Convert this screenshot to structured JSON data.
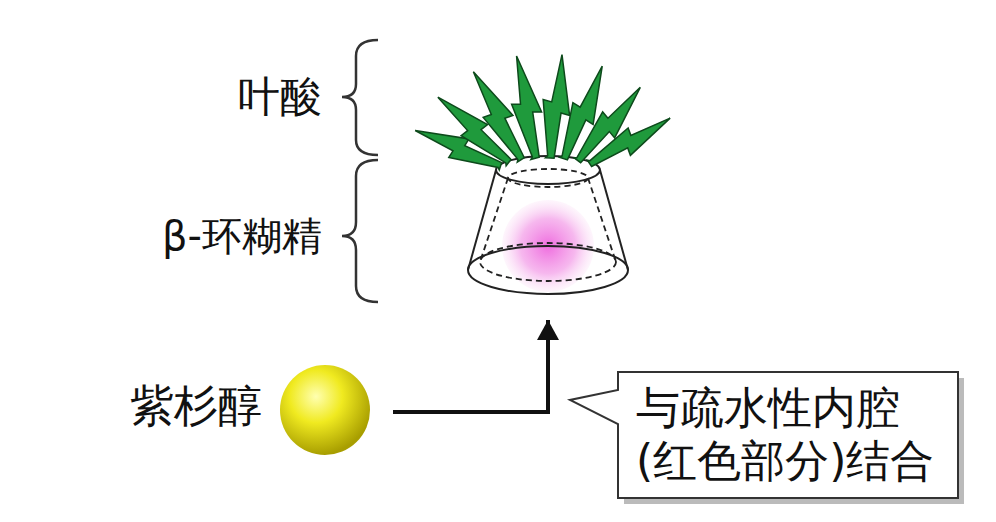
{
  "diagram": {
    "nodes": [
      {
        "text": [
          "紫杉醇"
        ]
      },
      {
        "text": [
          "β-环糊精"
        ]
      },
      {
        "text": [
          "与疏水性内腔 (红色部分)结合"
        ]
      }
    ],
    "edges": [
      {
        "from": 0,
        "to": 1,
        "arrow": "to"
      }
    ],
    "labels": [
      "叶酸"
    ]
  }
}
